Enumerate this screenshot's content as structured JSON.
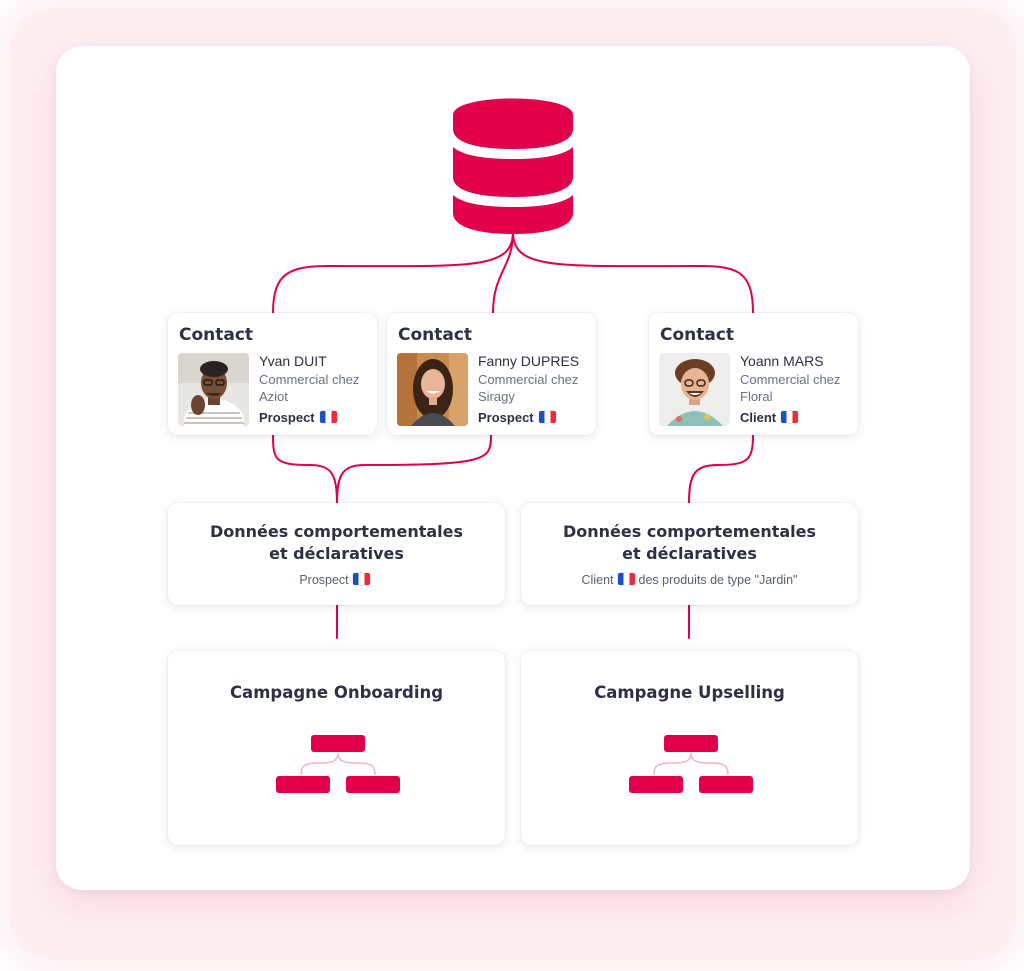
{
  "colors": {
    "accent": "#E2004A",
    "connector": "#E2004A",
    "text": "#2D3142"
  },
  "icons": {
    "source": "database-icon",
    "campaign": "flow-tree-icon",
    "country": "france-flag-icon"
  },
  "contacts": [
    {
      "title": "Contact",
      "name": "Yvan DUIT",
      "role": "Commercial chez Aziot",
      "status": "Prospect",
      "flag": "france-flag-icon"
    },
    {
      "title": "Contact",
      "name": "Fanny DUPRES",
      "role": "Commercial chez Siragy",
      "status": "Prospect",
      "flag": "france-flag-icon"
    },
    {
      "title": "Contact",
      "name": "Yoann MARS",
      "role": "Commercial chez Floral",
      "status": "Client",
      "flag": "france-flag-icon"
    }
  ],
  "data_blocks": [
    {
      "title_line1": "Données comportementales",
      "title_line2": "et déclaratives",
      "segment": "Prospect",
      "detail": ""
    },
    {
      "title_line1": "Données comportementales",
      "title_line2": "et déclaratives",
      "segment": "Client",
      "detail": "des produits de type \"Jardin\""
    }
  ],
  "campaigns": [
    {
      "title": "Campagne Onboarding"
    },
    {
      "title": "Campagne Upselling"
    }
  ]
}
